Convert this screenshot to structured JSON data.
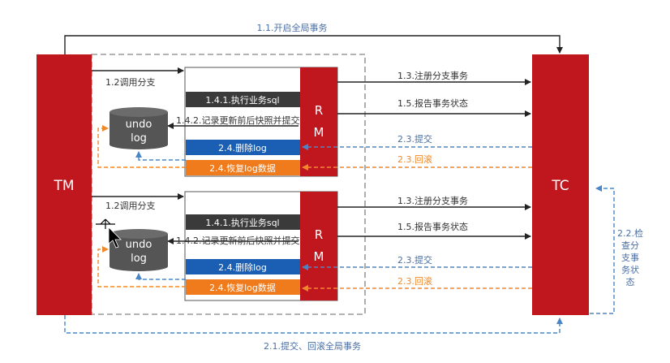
{
  "colors": {
    "red": "#C0161D",
    "dark": "#3a3a3a",
    "blue": "#1a5fb4",
    "orange": "#f07b1c",
    "dashBlue": "#4a86c5",
    "dashOrange": "#f0892a",
    "gray": "#9a9a9a",
    "text": "#333333"
  },
  "nodes": {
    "tm": "TM",
    "tc": "TC",
    "rm": [
      "R",
      "M"
    ],
    "undo": [
      "undo",
      "log"
    ]
  },
  "global": {
    "begin": "1.1.开启全局事务",
    "commit": "2.1.提交、回滚全局事务",
    "check": [
      "2.2.检",
      "查分",
      "支事",
      "务状",
      "态"
    ]
  },
  "branches": [
    {
      "call": "1.2调用分支",
      "exec": "1.4.1.执行业务sql",
      "record": "1.4.2.记录更新前后快照并提交",
      "delete": "2.4.删除log",
      "restore": "2.4.恢复log数据",
      "register": "1.3.注册分支事务",
      "report": "1.5.报告事务状态",
      "commit": "2.3.提交",
      "rollback": "2.3.回滚"
    },
    {
      "call": "1.2调用分支",
      "exec": "1.4.1.执行业务sql",
      "record": "1.4.2.记录更新前后快照并提交",
      "delete": "2.4.删除log",
      "restore": "2.4.恢复log数据",
      "register": "1.3.注册分支事务",
      "report": "1.5.报告事务状态",
      "commit": "2.3.提交",
      "rollback": "2.3.回滚"
    }
  ]
}
